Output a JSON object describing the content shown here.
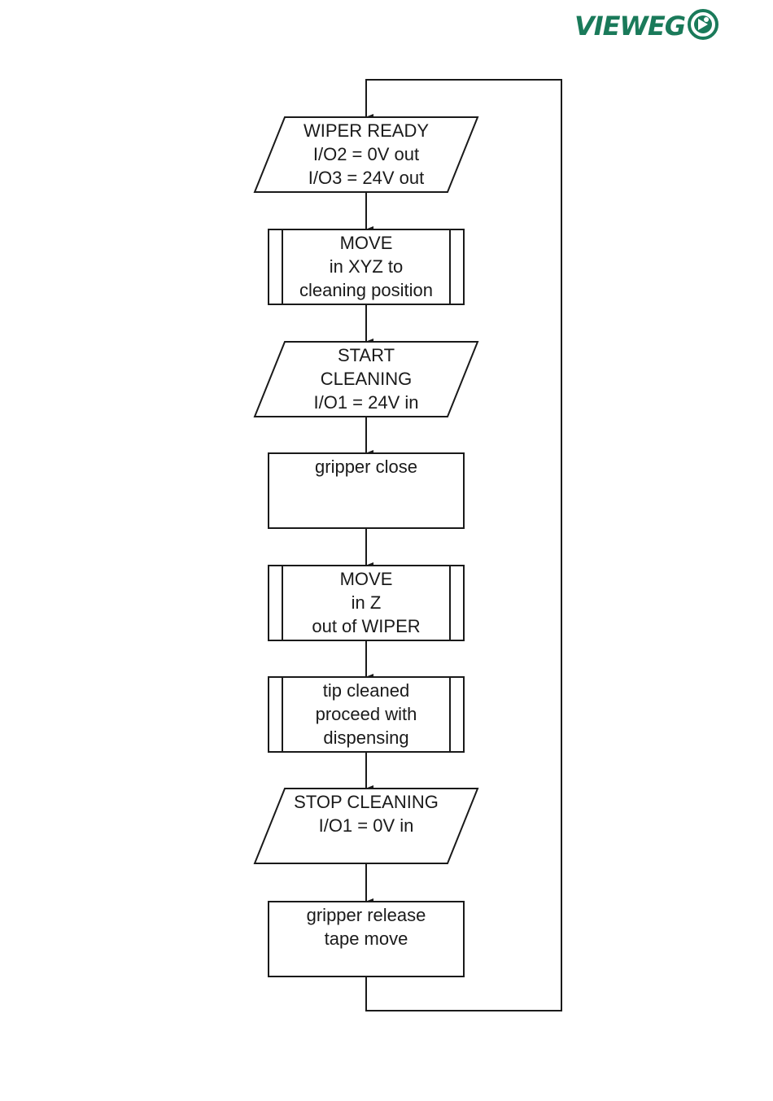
{
  "logo": {
    "text": "VIEWEG",
    "color": "#1a7a5a",
    "icon": "vieweg-emblem-icon"
  },
  "flowchart": {
    "nodes": [
      {
        "id": "wiper-ready",
        "shape": "parallelogram",
        "lines": [
          "WIPER READY",
          "I/O2 = 0V out",
          "I/O3 = 24V out"
        ]
      },
      {
        "id": "move-xyz",
        "shape": "subprocess",
        "lines": [
          "MOVE",
          "in XYZ to",
          "cleaning position"
        ]
      },
      {
        "id": "start-cleaning",
        "shape": "parallelogram",
        "lines": [
          "START",
          "CLEANING",
          "I/O1 = 24V in"
        ]
      },
      {
        "id": "gripper-close",
        "shape": "process",
        "lines": [
          "gripper close"
        ]
      },
      {
        "id": "move-z",
        "shape": "subprocess",
        "lines": [
          "MOVE",
          "in Z",
          "out of WIPER"
        ]
      },
      {
        "id": "tip-cleaned",
        "shape": "subprocess",
        "lines": [
          "tip cleaned",
          "proceed with",
          "dispensing"
        ]
      },
      {
        "id": "stop-cleaning",
        "shape": "parallelogram",
        "lines": [
          "STOP CLEANING",
          "I/O1 = 0V in"
        ]
      },
      {
        "id": "gripper-release",
        "shape": "process",
        "lines": [
          "gripper release",
          "tape move"
        ]
      }
    ],
    "loop_back": {
      "from": "gripper-release",
      "to": "wiper-ready"
    }
  }
}
